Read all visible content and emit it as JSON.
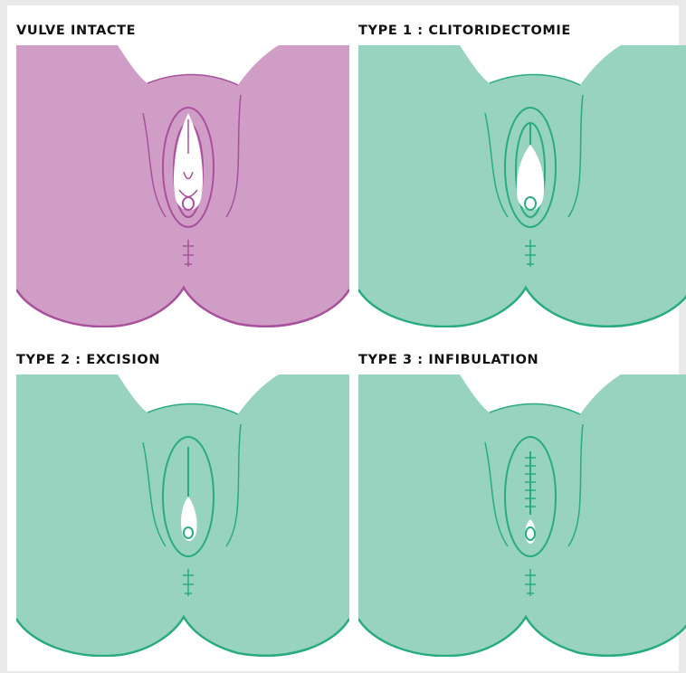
{
  "panels": [
    {
      "key": "intact",
      "title": "VULVE INTACTE",
      "fill": "#cf9dc6",
      "line": "#a8509b"
    },
    {
      "key": "type1",
      "title": "TYPE 1 : CLITORIDECTOMIE",
      "fill": "#98d3bf",
      "line": "#29ab82"
    },
    {
      "key": "type2",
      "title": "TYPE 2 : EXCISION",
      "fill": "#98d3bf",
      "line": "#29ab82"
    },
    {
      "key": "type3",
      "title": "TYPE 3 : INFIBULATION",
      "fill": "#98d3bf",
      "line": "#29ab82"
    }
  ]
}
